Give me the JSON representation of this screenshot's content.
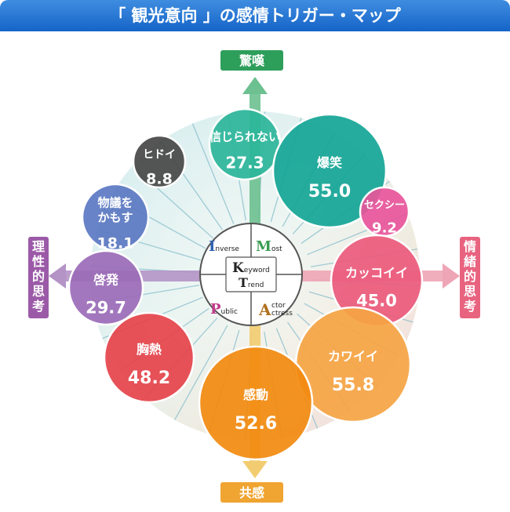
{
  "title": "「 観光意向 」の感情トリガー・マップ",
  "colors": {
    "title_bg": "#1e73d2",
    "up": "#2e9e5b",
    "down": "#f0a431",
    "left": "#9b5aa7",
    "right": "#e8637f"
  },
  "axes": {
    "top": "驚嘆",
    "bottom": "共感",
    "left": "理性的思考",
    "right": "情緒的思考"
  },
  "center": {
    "quadrants": [
      {
        "initial": "I",
        "rest": "nverse",
        "color": "#2a5fb0"
      },
      {
        "initial": "M",
        "rest": "ost",
        "color": "#3a9d52"
      },
      {
        "initial": "P",
        "rest": "ublic",
        "color": "#c23a8a"
      },
      {
        "initial": "A",
        "rest": "ctor",
        "rest2": "ctress",
        "color": "#b0701e"
      }
    ],
    "middle": [
      {
        "initial": "K",
        "rest": "eyword",
        "color": "#222222"
      },
      {
        "initial": "T",
        "rest": "rend",
        "color": "#222222"
      }
    ]
  },
  "bubbles": [
    {
      "label": "信じられない",
      "value": "27.3",
      "color": "#2bb59a"
    },
    {
      "label": "爆笑",
      "value": "55.0",
      "color": "#14a596"
    },
    {
      "label": "ヒドイ",
      "value": "8.8",
      "color": "#474747"
    },
    {
      "label": "セクシー",
      "value": "9.2",
      "color": "#e8559b"
    },
    {
      "label": "物議を|かもす",
      "value": "18.1",
      "color": "#5b78c2"
    },
    {
      "label": "カッコイイ",
      "value": "45.0",
      "color": "#eb5a7c"
    },
    {
      "label": "啓発",
      "value": "29.7",
      "color": "#9b6bb7"
    },
    {
      "label": "カワイイ",
      "value": "55.8",
      "color": "#f5a443"
    },
    {
      "label": "胸熱",
      "value": "48.2",
      "color": "#e5434a"
    },
    {
      "label": "感動",
      "value": "52.6",
      "color": "#f28a0f"
    }
  ]
}
